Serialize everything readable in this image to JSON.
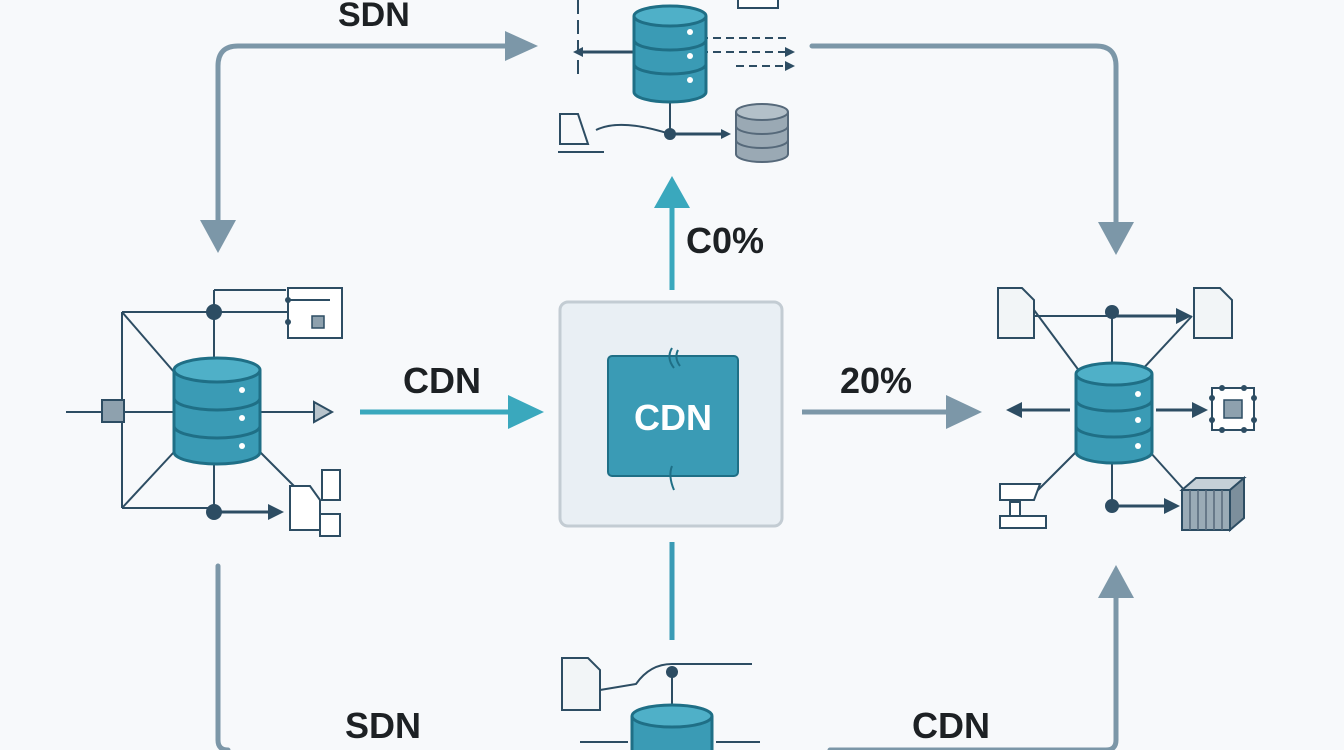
{
  "labels": {
    "top_left": "SDN",
    "up_arrow": "C0%",
    "left_arrow": "CDN",
    "right_arrow": "20%",
    "bottom_left": "SDN",
    "bottom_right": "CDN"
  },
  "center_box": {
    "label": "CDN"
  },
  "icons": {
    "database": "database-stack-icon",
    "document": "document-icon",
    "chip": "chip-icon",
    "cube": "cube-icon",
    "switch": "switch-node-icon"
  },
  "colors": {
    "teal": "#3a9bb5",
    "teal_dark": "#1f6f86",
    "arrow_gray": "#7c97a8",
    "line_navy": "#2d4d63",
    "center_fill": "#e9eff4",
    "center_border": "#c3ccd3",
    "cyan_arrow": "#3aa8bd"
  }
}
